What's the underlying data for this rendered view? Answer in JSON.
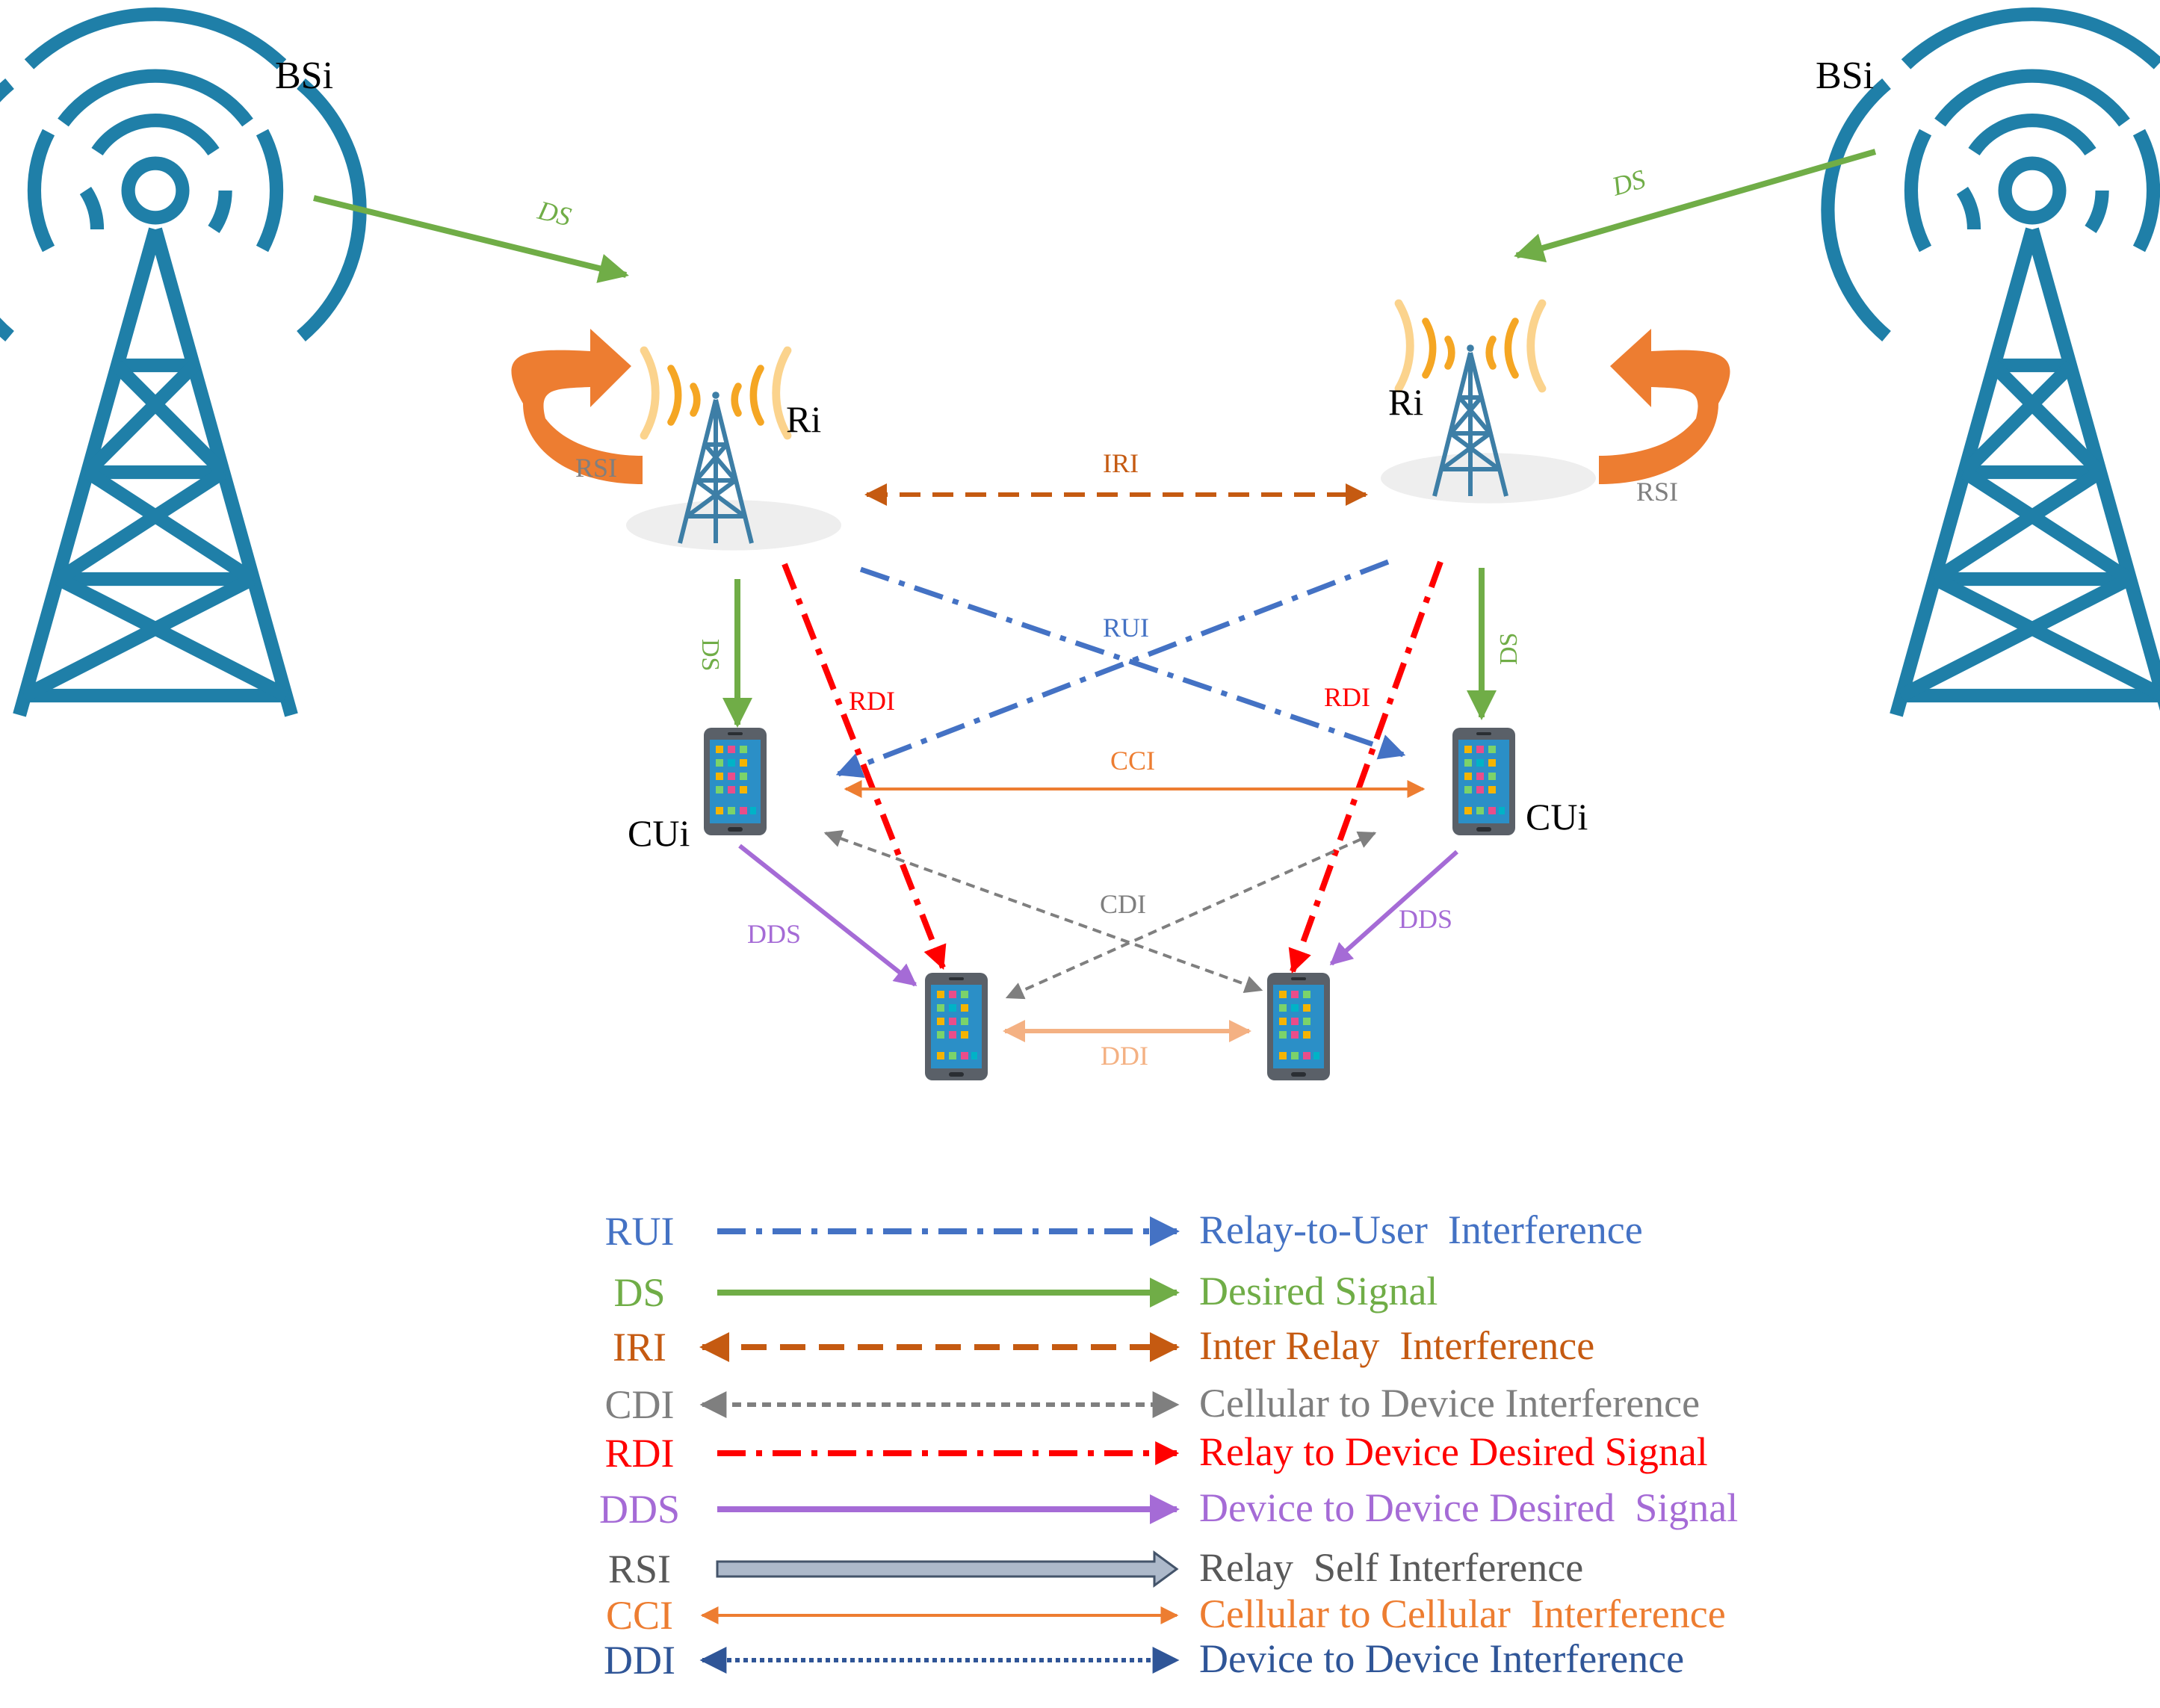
{
  "nodes": {
    "bs_left": "BSi",
    "bs_right": "BSi",
    "relay_left": "Ri",
    "relay_right": "Ri",
    "cu_left": "CUi",
    "cu_right": "CUi"
  },
  "diagram_labels": {
    "ds_bs_left": "DS",
    "ds_bs_right": "DS",
    "ds_relay_left": "DS",
    "ds_relay_right": "DS",
    "rsi_left": "RSI",
    "rsi_right": "RSI",
    "iri": "IRI",
    "rui": "RUI",
    "rdi_left": "RDI",
    "rdi_right": "RDI",
    "cci": "CCI",
    "cdi": "CDI",
    "dds_left": "DDS",
    "dds_right": "DDS",
    "ddi": "DDI"
  },
  "legend": [
    {
      "abbr": "RUI",
      "desc": "Relay-to-User  Interference",
      "color": "#4472c4",
      "style": "dashdot",
      "dir": "right"
    },
    {
      "abbr": "DS",
      "desc": "Desired Signal",
      "color": "#70ad47",
      "style": "solid",
      "dir": "right"
    },
    {
      "abbr": "IRI",
      "desc": "Inter Relay  Interference",
      "color": "#c55a11",
      "style": "dashed",
      "dir": "both"
    },
    {
      "abbr": "CDI",
      "desc": "Cellular to Device Interference",
      "color": "#7f7f7f",
      "style": "dotted",
      "dir": "both"
    },
    {
      "abbr": "RDI",
      "desc": "Relay to Device Desired Signal",
      "color": "#ff0000",
      "style": "dashdot",
      "dir": "right"
    },
    {
      "abbr": "DDS",
      "desc": "Device to Device Desired  Signal",
      "color": "#a56bd6",
      "style": "solid",
      "dir": "right"
    },
    {
      "abbr": "RSI",
      "desc": "Relay  Self Interference",
      "color": "#595959",
      "style": "block",
      "dir": "right"
    },
    {
      "abbr": "CCI",
      "desc": "Cellular to Cellular  Interference",
      "color": "#ed7d31",
      "style": "solid",
      "dir": "both"
    },
    {
      "abbr": "DDI",
      "desc": "Device to Device Interference",
      "color": "#2f5597",
      "style": "dotted",
      "dir": "both"
    }
  ],
  "colors": {
    "tower": "#1f7fa8",
    "relay_tower": "#3d7ea6",
    "relay_waves": "#f5a623",
    "rsi_arrow": "#ed7d31",
    "phone_body": "#5a6068",
    "phone_screen": "#2b8fc7"
  }
}
